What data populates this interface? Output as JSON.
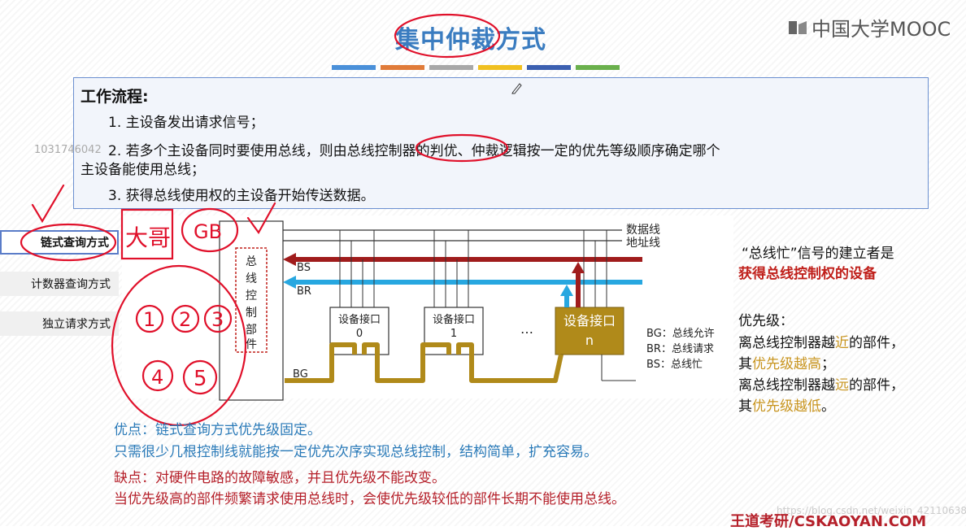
{
  "header": {
    "title": "集中仲裁方式",
    "logo_text": "中国大学MOOC",
    "color_bar": [
      "#4a90d9",
      "#e07b39",
      "#a8a8a8",
      "#f0c020",
      "#3b5fb0",
      "#6ab04c"
    ]
  },
  "workflow": {
    "title": "工作流程:",
    "step1": "1. 主设备发出请求信号；",
    "step2_a": "2. 若多个主设备同时要使用总线，则由总线控制器的判优、仲裁逻辑按一定的优先等级顺序确定哪个",
    "step2_b": "主设备能使用总线；",
    "step3": "3. 获得总线使用权的主设备开始传送数据。"
  },
  "sidebar": {
    "items": [
      {
        "label": "链式查询方式",
        "active": true
      },
      {
        "label": "计数器查询方式",
        "active": false
      },
      {
        "label": "独立请求方式",
        "active": false
      }
    ]
  },
  "watermarks": {
    "left": "1031746042",
    "bottom_right": "https://blog.csdn.net/weixin_42110638"
  },
  "diagram": {
    "controller_label": [
      "总",
      "线",
      "控",
      "制",
      "部",
      "件"
    ],
    "data_line": "数据线",
    "address_line": "地址线",
    "bs": "BS",
    "br": "BR",
    "bg": "BG",
    "device0": [
      "设备接口",
      "0"
    ],
    "device1": [
      "设备接口",
      "1"
    ],
    "dots": "…",
    "devicen": [
      "设备接口",
      "n"
    ],
    "legend": [
      "BG：总线允许",
      "BR：总线请求",
      "BS：总线忙"
    ]
  },
  "right_notes": {
    "busy_q": "“总线忙”信号的建立者是",
    "busy_a": "获得总线控制权的设备",
    "priority_title": "优先级：",
    "near_a": "离总线控制器越",
    "near_hl": "近",
    "near_b": "的部件，",
    "near_c": "其",
    "near_hl2": "优先级越高",
    "near_d": "；",
    "far_a": "离总线控制器越",
    "far_hl": "远",
    "far_b": "的部件，",
    "far_c": "其",
    "far_hl2": "优先级越低",
    "far_d": "。"
  },
  "pros": {
    "line1": "优点：链式查询方式优先级固定。",
    "line2": "只需很少几根控制线就能按一定优先次序实现总线控制，结构简单，扩充容易。"
  },
  "cons": {
    "line1": "缺点：对硬件电路的故障敏感，并且优先级不能改变。",
    "line2": "当优先级高的部件频繁请求使用总线时，会使优先级较低的部件长期不能使用总线。"
  },
  "annotations": {
    "big_label": "大哥",
    "gb": "GB",
    "nums": [
      "1",
      "2",
      "3",
      "4",
      "5"
    ]
  },
  "footer": {
    "brand": "王道考研/CSKAOYAN.COM"
  },
  "colors": {
    "bs_arrow": "#a01c1c",
    "br_arrow": "#27a7e0",
    "bg_chain": "#b08a1a",
    "device_n": "#b08a1a",
    "pen": "#e0102a"
  }
}
